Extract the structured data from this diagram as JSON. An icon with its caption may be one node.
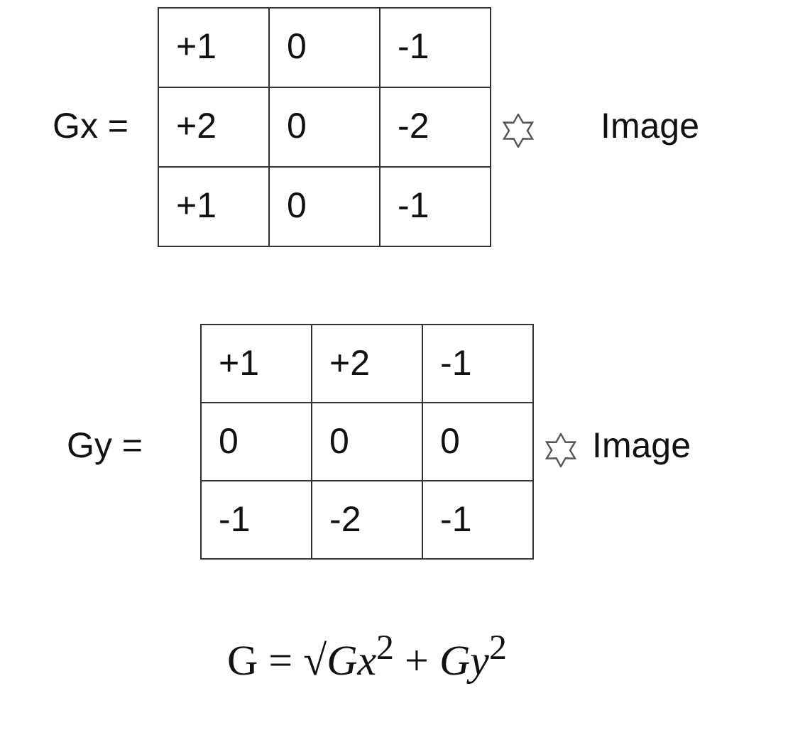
{
  "diagram": {
    "labels": [
      "Gx =",
      "+1",
      "0",
      "-1",
      "+2",
      "0",
      "-2",
      "+1",
      "0",
      "-1",
      "Image",
      "Gy =",
      "+1",
      "+2",
      "-1",
      "0",
      "0",
      "0",
      "-1",
      "-2",
      "-1",
      "Image",
      "G = √*Gx*$^{2}$ + *Gy*$^{2}$"
    ]
  }
}
